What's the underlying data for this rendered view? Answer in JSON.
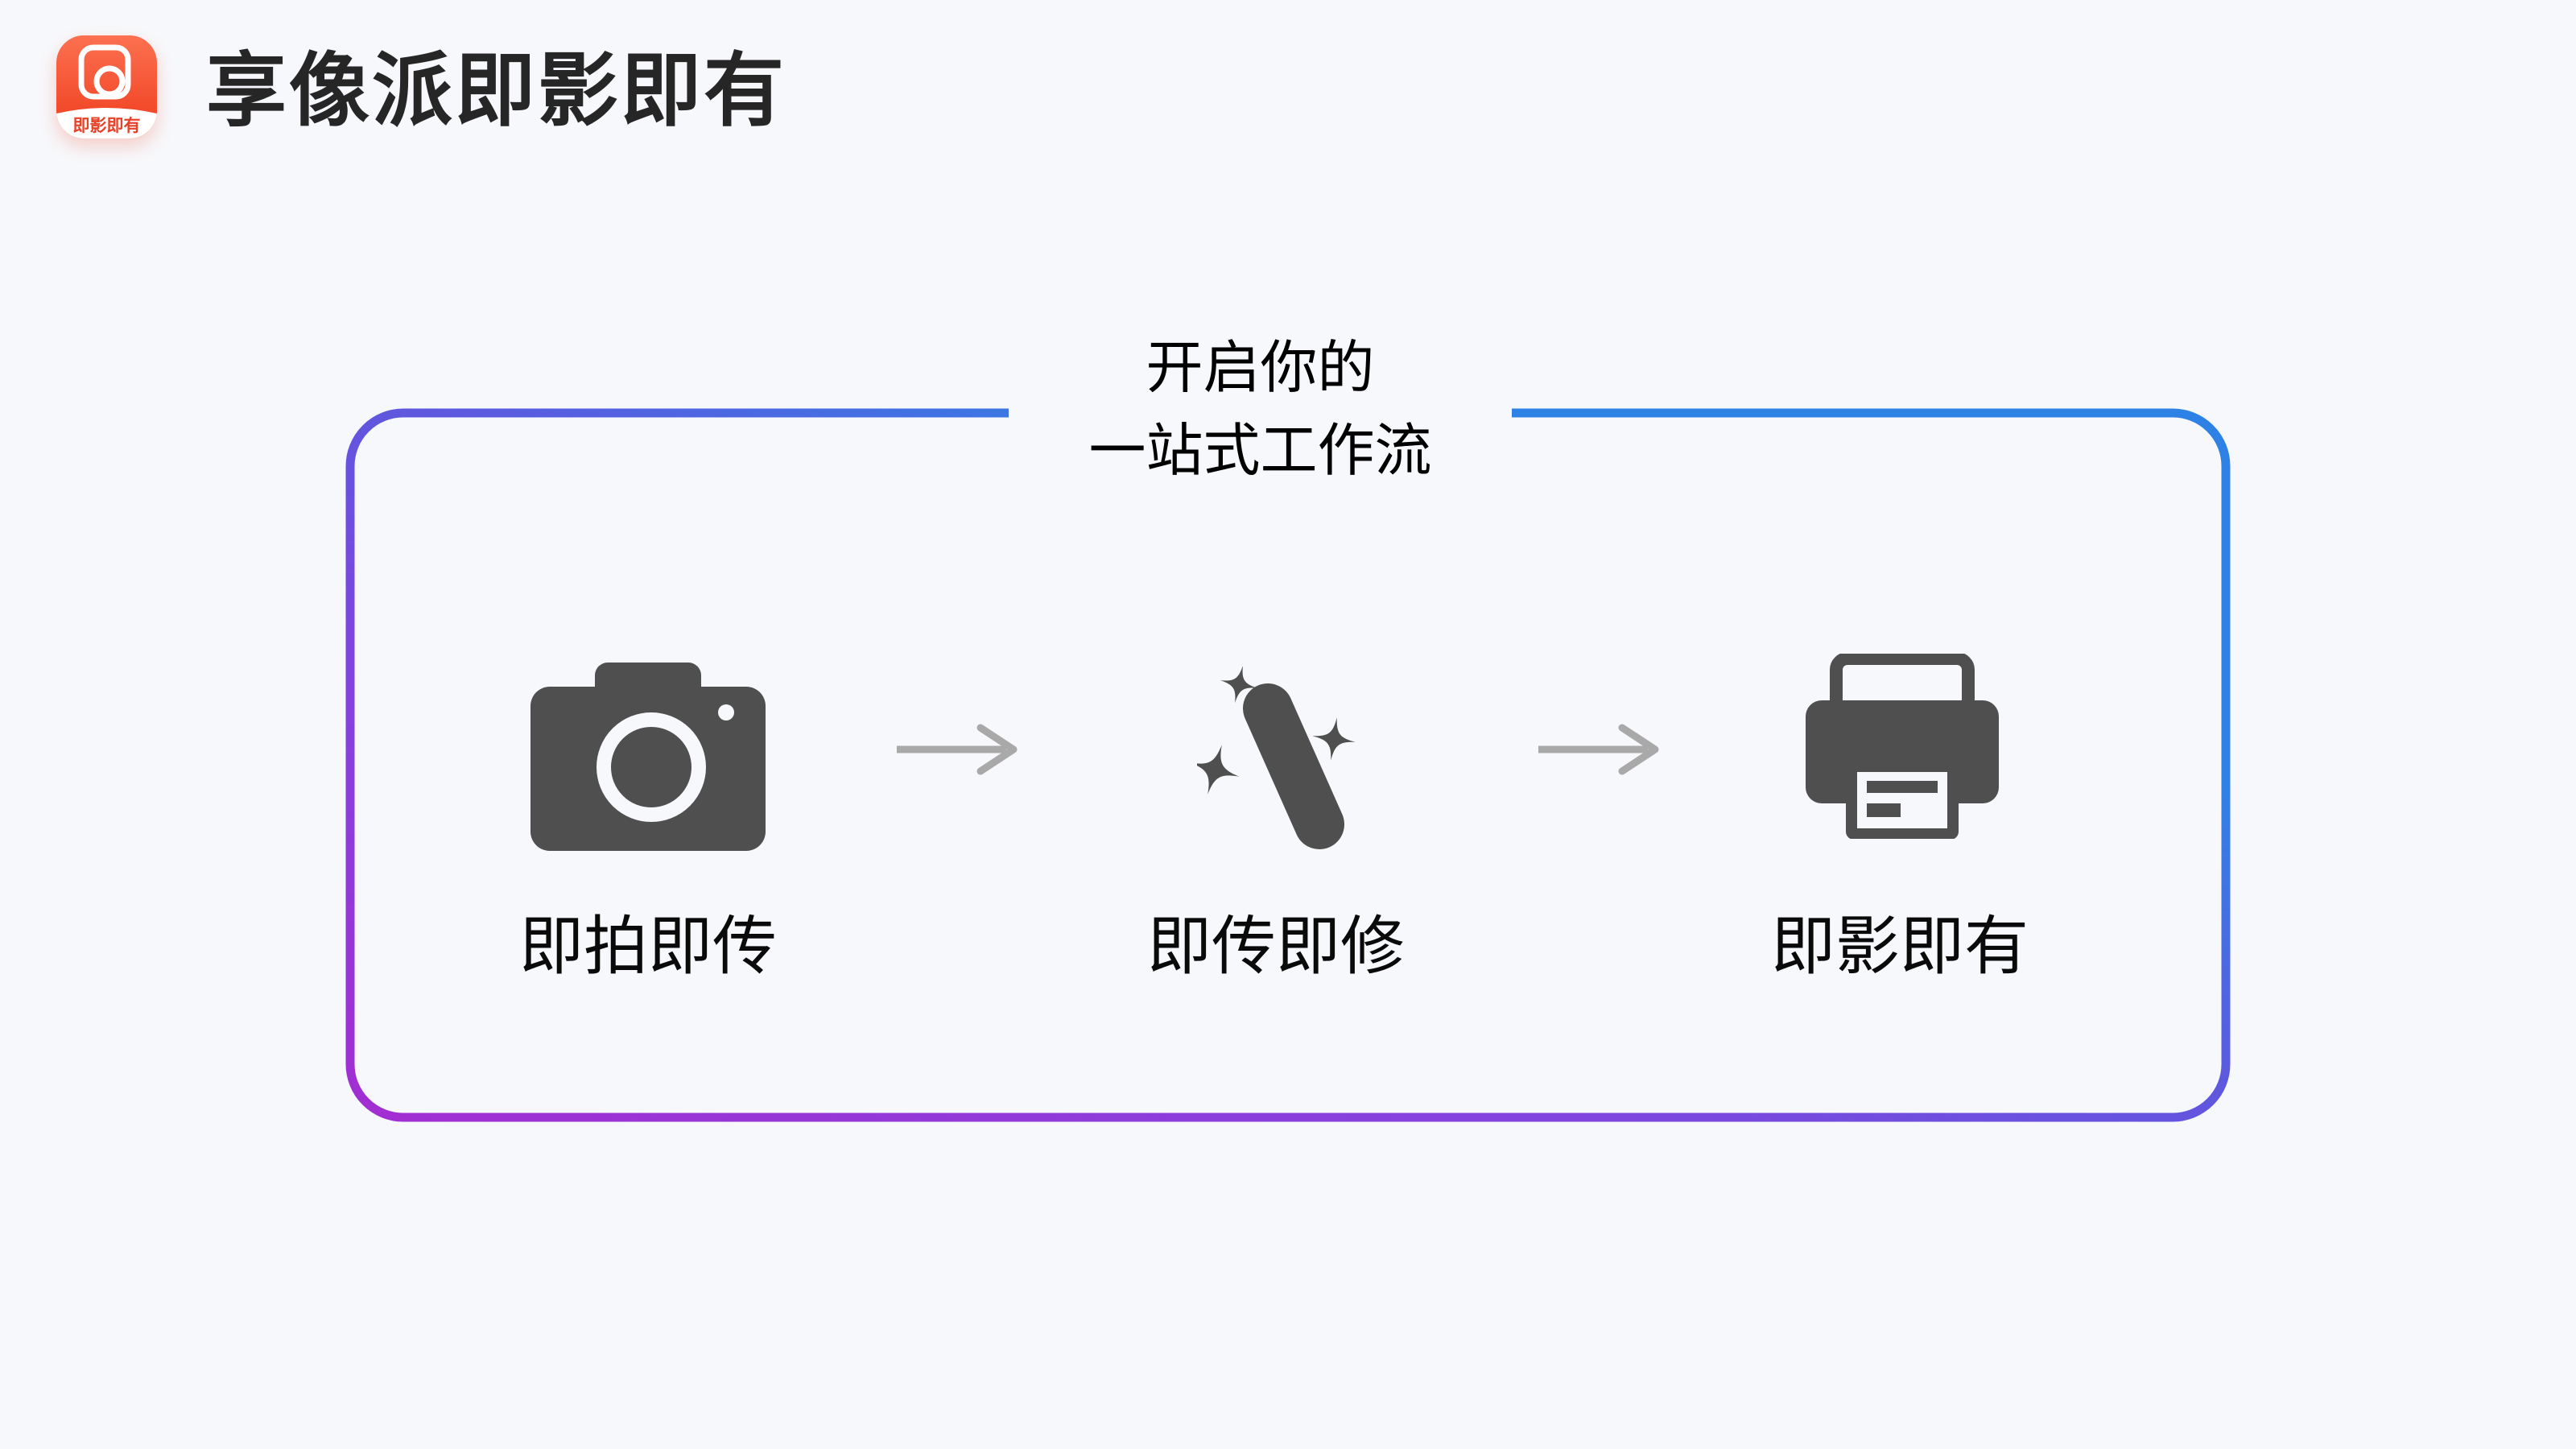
{
  "header": {
    "app_title": "享像派即影即有",
    "logo": {
      "wordmark": "即影即有"
    }
  },
  "diagram": {
    "caption": {
      "line1": "开启你的",
      "line2": "一站式工作流"
    },
    "steps": [
      {
        "label": "即拍即传",
        "icon": "camera-icon"
      },
      {
        "label": "即传即修",
        "icon": "magic-wand-icon"
      },
      {
        "label": "即影即有",
        "icon": "printer-icon"
      }
    ],
    "colors": {
      "frame_gradient_start": "#A22ED2",
      "frame_gradient_mid": "#5E58DF",
      "frame_gradient_end": "#2E82E5",
      "icon": "#4F4F4F",
      "arrow": "#A9A9A9",
      "logo_orange_top": "#FC7150",
      "logo_orange_bottom": "#EE3B1C",
      "logo_wordmark_red": "#E8432A"
    }
  }
}
